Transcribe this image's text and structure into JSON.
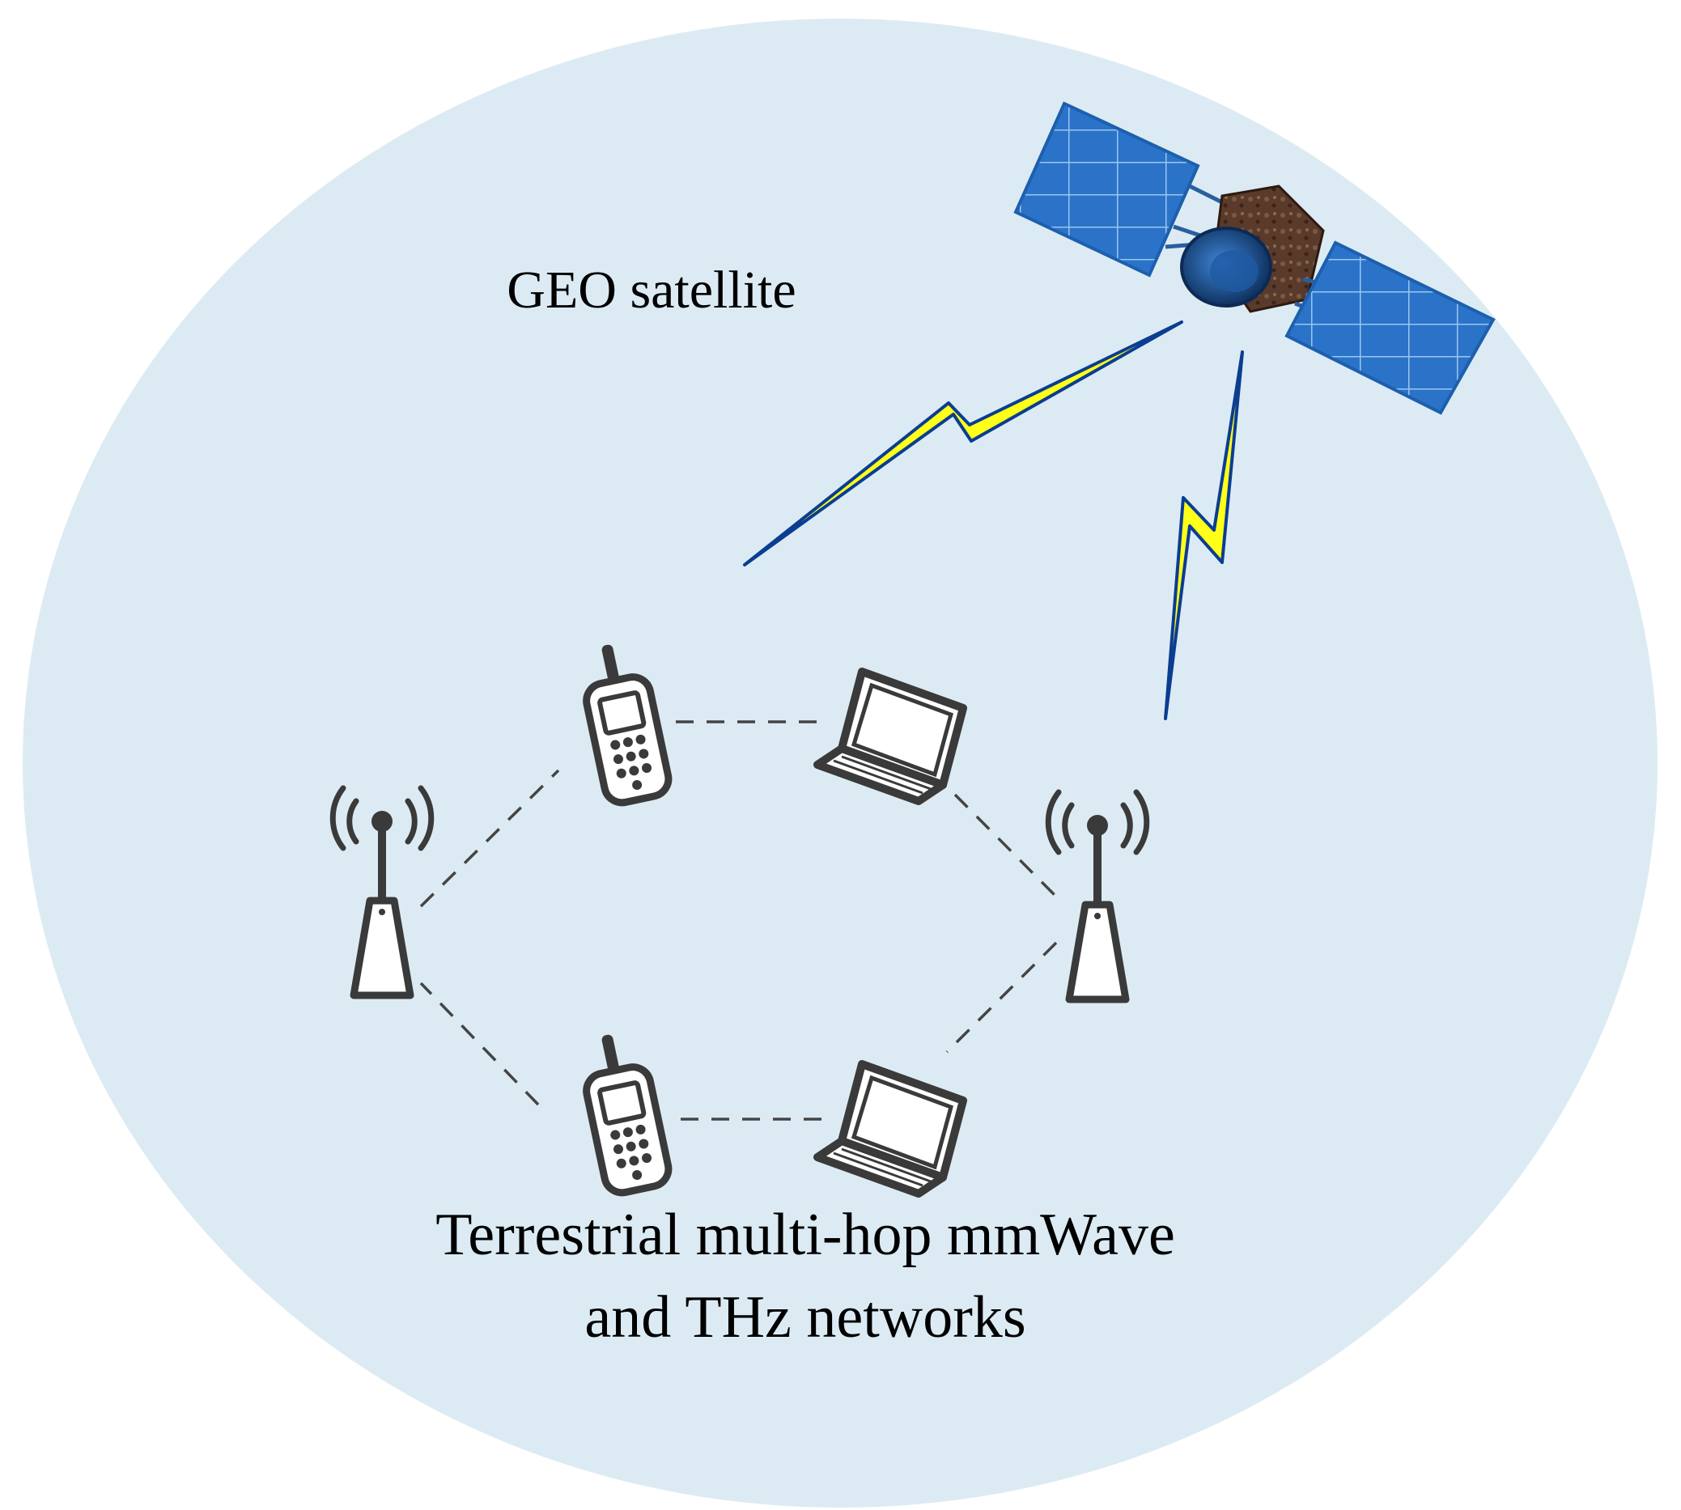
{
  "labels": {
    "satellite": "GEO satellite",
    "network_line1": "Terrestrial multi-hop mmWave",
    "network_line2": "and THz networks"
  },
  "colors": {
    "background_ellipse": "#dcebf3",
    "lightning_fill": "#ffff1a",
    "lightning_edge": "#0b3d91",
    "device_outline": "#3a3a3a",
    "device_fill": "#ffffff",
    "link_dash": "#444444",
    "solar_panel": "#2a73c9",
    "satellite_body": "#5a3a2a"
  },
  "nodes": [
    {
      "id": "base-station-left",
      "icon": "base-station-icon"
    },
    {
      "id": "phone-top",
      "icon": "mobile-phone-icon"
    },
    {
      "id": "laptop-top",
      "icon": "laptop-icon"
    },
    {
      "id": "base-station-right",
      "icon": "base-station-icon"
    },
    {
      "id": "laptop-bottom",
      "icon": "laptop-icon"
    },
    {
      "id": "phone-bottom",
      "icon": "mobile-phone-icon"
    }
  ],
  "links": [
    {
      "from": "base-station-left",
      "to": "phone-top",
      "style": "dashed"
    },
    {
      "from": "phone-top",
      "to": "laptop-top",
      "style": "dashed"
    },
    {
      "from": "laptop-top",
      "to": "base-station-right",
      "style": "dashed"
    },
    {
      "from": "base-station-right",
      "to": "laptop-bottom",
      "style": "dashed"
    },
    {
      "from": "laptop-bottom",
      "to": "phone-bottom",
      "style": "dashed"
    },
    {
      "from": "phone-bottom",
      "to": "base-station-left",
      "style": "dashed"
    }
  ],
  "satellite_links": [
    {
      "from": "satellite",
      "to": "terrestrial-network",
      "style": "lightning"
    },
    {
      "from": "satellite",
      "to": "base-station-right",
      "style": "lightning"
    }
  ]
}
